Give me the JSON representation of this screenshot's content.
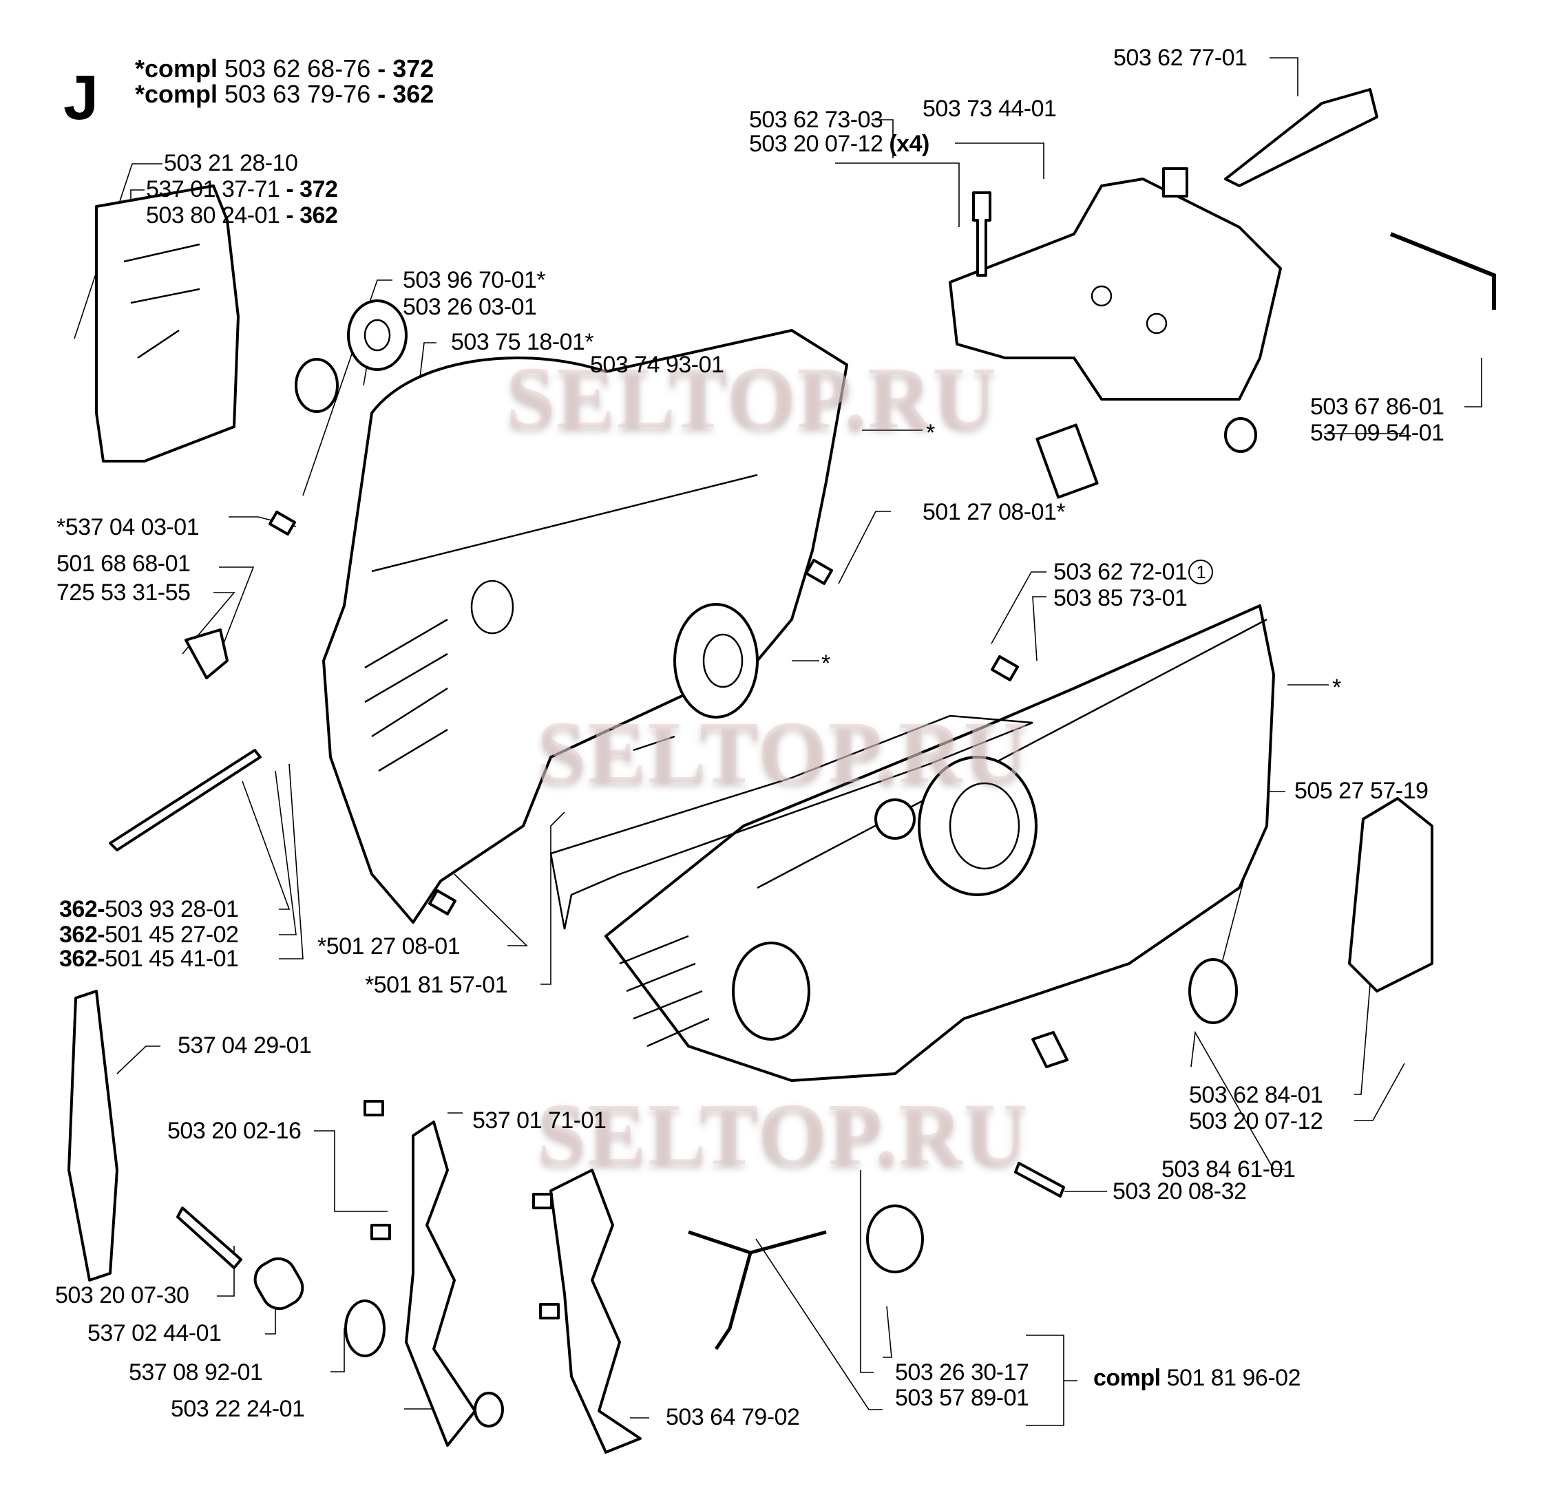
{
  "section_letter": "J",
  "header": [
    {
      "prefix": "*compl",
      "part": "503 62 68-76",
      "sep": " - ",
      "model": "372"
    },
    {
      "prefix": "*compl",
      "part": "503 63 79-76",
      "sep": " - ",
      "model": "362"
    }
  ],
  "watermark": "SELTOP.RU",
  "star_marker": "*",
  "circled_note": "1",
  "labels": {
    "cover_screw": "503 21 28-10",
    "cover_372": {
      "part": "537 01 37-71",
      "sep": " - ",
      "model": "372"
    },
    "cover_362": {
      "part": "503 80 24-01",
      "sep": " - ",
      "model": "362"
    },
    "seal": "503 96 70-01*",
    "bearing": "503 26 03-01",
    "stud": "503 75 18-01*",
    "bolt_top": "503 74 93-01",
    "pin_left": "*537 04 03-01",
    "clip": "501 68 68-01",
    "clip_screw": "725 53 31-55",
    "adj_screw": {
      "model": "362-",
      "part": "503 93 28-01"
    },
    "adj_nut": {
      "model": "362-",
      "part": "501 45 27-02"
    },
    "adj_block": {
      "model": "362-",
      "part": "501 45 41-01"
    },
    "pin_lower": "*501 27 08-01",
    "bolt_lower": "*501 81 57-01",
    "pin_center": "501 27 08-01*",
    "gasket": "503 62 72-01",
    "sleeve": "503 85 73-01",
    "tank_cover": "503 62 73-03",
    "tank_cover_screw": {
      "part": "503 20 07-12",
      "qty": "(x4)"
    },
    "grommet": "503 73 44-01",
    "handle_bracket": "503 62 77-01",
    "hose": "503 67 86-01",
    "plug": "537 09 54-01",
    "oil_seal": "505 27 57-19",
    "chain_guard": "503 62 84-01",
    "chain_guard_screw": "503 20 07-12",
    "oil_valve": "503 84 61-01",
    "case_screw": "503 20 08-32",
    "plate": "537 04 29-01",
    "bumper_screw": "503 20 02-16",
    "bumper_spike_1": "537 01 71-01",
    "tensioner_screw": "503 20 07-30",
    "spacer": "537 02 44-01",
    "bushing": "537 08 92-01",
    "nut": "503 22 24-01",
    "bumper_spike_2": "503 64 79-02",
    "cap": "503 26 30-17",
    "strap": "503 57 89-01",
    "cap_compl": {
      "prefix": "compl",
      "part": "501 81 96-02"
    }
  }
}
